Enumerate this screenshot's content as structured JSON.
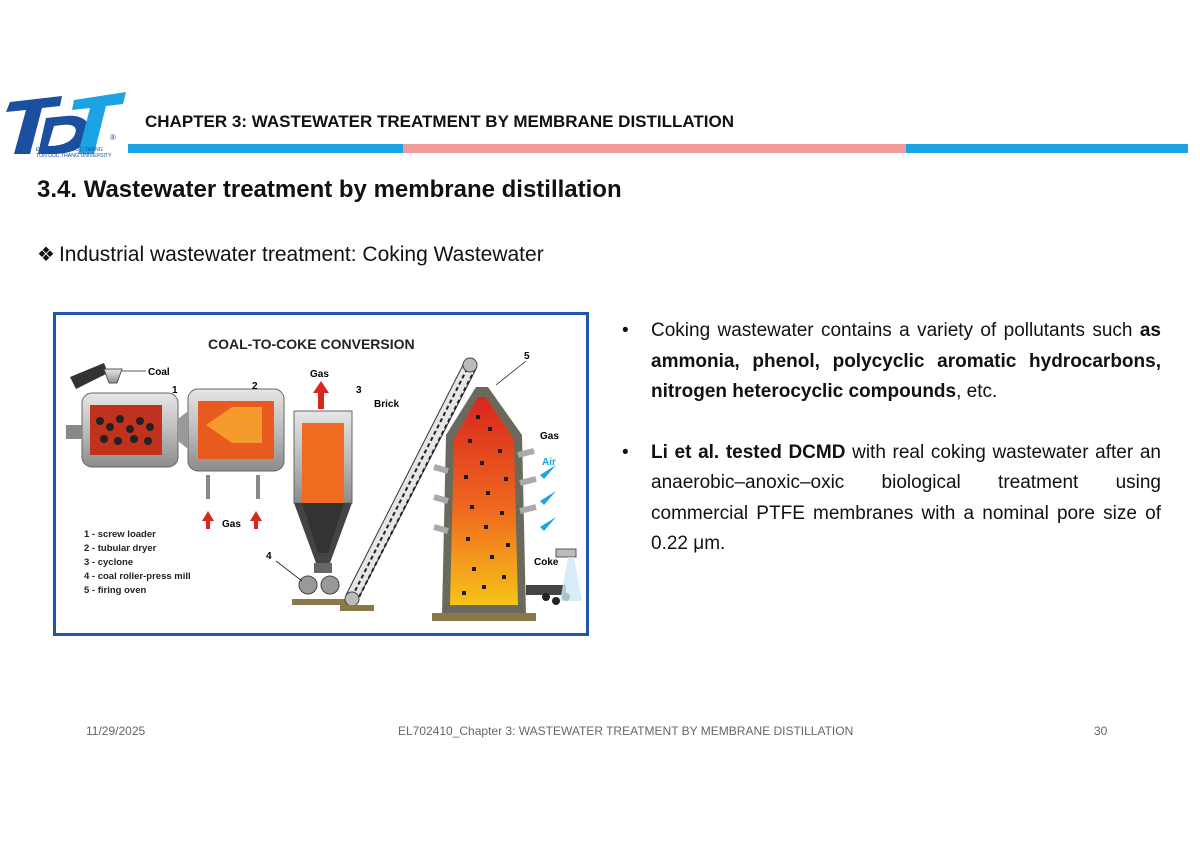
{
  "header": {
    "chapter_title": "CHAPTER 3: WASTEWATER TREATMENT BY MEMBRANE DISTILLATION",
    "logo_text": "TDT",
    "logo_caption_1": "ĐẠI HỌC TÔN ĐỨC THẮNG",
    "logo_caption_2": "TON DUC THANG UNIVERSITY",
    "bar_colors": [
      "#1ca3e3",
      "#f29b9b",
      "#1ca3e3"
    ]
  },
  "section_title": "3.4. Wastewater treatment by membrane distillation",
  "subsection": {
    "marker": "❖",
    "text": "Industrial wastewater treatment: Coking Wastewater"
  },
  "figure": {
    "title": "COAL-TO-COKE CONVERSION",
    "labels": {
      "coal": "Coal",
      "gas_top": "Gas",
      "gas_bottom": "Gas",
      "gas_right": "Gas",
      "air": "Air",
      "coke": "Coke",
      "brick": "Brick",
      "n1": "1",
      "n2": "2",
      "n3": "3",
      "n4": "4",
      "n5": "5"
    },
    "legend": [
      "1 - screw loader",
      "2 - tubular dryer",
      "3 - cyclone",
      "4 - coal roller-press mill",
      "5 - firing oven"
    ]
  },
  "bullets": [
    {
      "marker": "•",
      "t1": "Coking wastewater contains a variety of pollutants such ",
      "b1": "as ammonia, phenol, polycyclic aromatic hydrocarbons, nitrogen heterocyclic compounds",
      "t2": ", etc."
    },
    {
      "marker": "•",
      "b1": "Li et al. tested DCMD",
      "t1": " with real coking wastewater after an anaerobic–anoxic–oxic biological treatment using commercial PTFE membranes with a nominal pore size of 0.22 μm."
    }
  ],
  "footer": {
    "date": "11/29/2025",
    "course": "EL702410_Chapter 3: WASTEWATER TREATMENT BY MEMBRANE DISTILLATION",
    "page": "30"
  }
}
